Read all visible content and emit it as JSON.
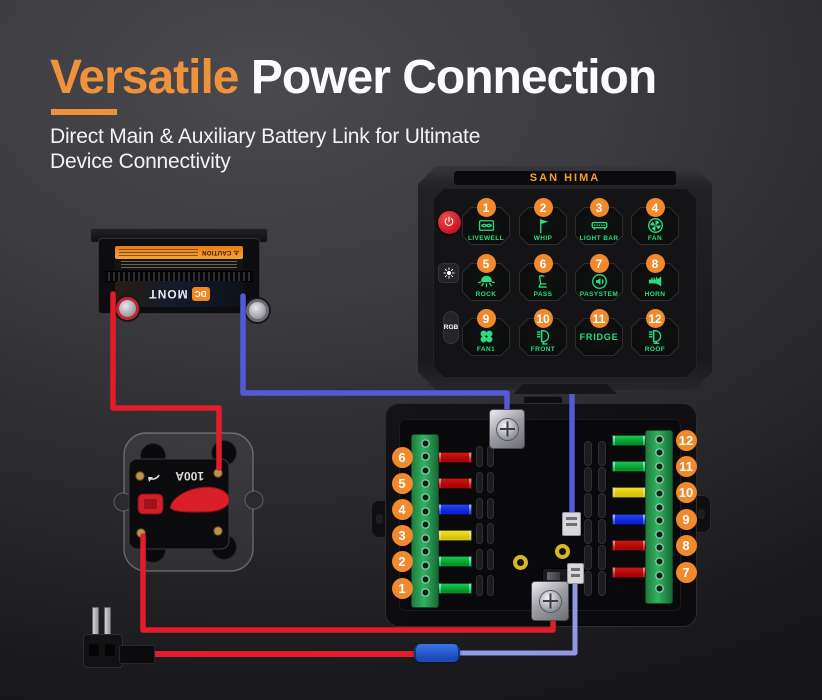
{
  "header": {
    "title_accent": "Versatile",
    "title_rest": " Power Connection",
    "subtitle_line1": "Direct Main & Auxiliary Battery Link for Ultimate",
    "subtitle_line2": "Device Connectivity"
  },
  "switch_panel": {
    "brand": "SAN HIMA",
    "side_controls": {
      "power_icon": "power-icon",
      "brightness_icon": "brightness-icon",
      "rgb_label": "RGB"
    },
    "buttons": [
      {
        "num": "1",
        "label": "LIVEWELL",
        "icon": "livewell-icon"
      },
      {
        "num": "2",
        "label": "WHIP",
        "icon": "whip-flag-icon"
      },
      {
        "num": "3",
        "label": "LIGHT BAR",
        "icon": "light-bar-icon"
      },
      {
        "num": "4",
        "label": "FAN",
        "icon": "fan-icon"
      },
      {
        "num": "5",
        "label": "ROCK",
        "icon": "rock-light-icon"
      },
      {
        "num": "6",
        "label": "PASS",
        "icon": "seat-icon"
      },
      {
        "num": "7",
        "label": "PASYSTEM",
        "icon": "pa-speaker-icon"
      },
      {
        "num": "8",
        "label": "HORN",
        "icon": "horn-icon"
      },
      {
        "num": "9",
        "label": "FAN1",
        "icon": "fan-clover-icon"
      },
      {
        "num": "10",
        "label": "FRONT",
        "icon": "headlight-icon"
      },
      {
        "num": "11",
        "label": "FRIDGE",
        "icon": null
      },
      {
        "num": "12",
        "label": "ROOF",
        "icon": "roof-light-icon"
      }
    ]
  },
  "battery": {
    "logo_text": "DC",
    "brand": "MONT",
    "caution_text": "⚠ CAUTION"
  },
  "circuit_breaker": {
    "rating": "100A"
  },
  "fuse_box": {
    "left_rows": [
      {
        "num": "6",
        "fuse_color": "#a81d1d"
      },
      {
        "num": "5",
        "fuse_color": "#a81d1d"
      },
      {
        "num": "4",
        "fuse_color": "#2b49cf"
      },
      {
        "num": "3",
        "fuse_color": "#cdbb2d"
      },
      {
        "num": "2",
        "fuse_color": "#1d9e52"
      },
      {
        "num": "1",
        "fuse_color": "#1d9e52"
      }
    ],
    "right_rows": [
      {
        "num": "12",
        "fuse_color": "#1d9e52"
      },
      {
        "num": "11",
        "fuse_color": "#1d9e52"
      },
      {
        "num": "10",
        "fuse_color": "#cdbb2d"
      },
      {
        "num": "9",
        "fuse_color": "#2b49cf"
      },
      {
        "num": "8",
        "fuse_color": "#a81d1d"
      },
      {
        "num": "7",
        "fuse_color": "#a81d1d"
      }
    ]
  },
  "colors": {
    "accent_orange": "#F2892C",
    "title_orange": "#F0923C",
    "button_green": "#2BDC7E",
    "wire_red": "#E41B2B",
    "wire_blue": "#5558D8",
    "wire_lavender": "#9297E6"
  }
}
